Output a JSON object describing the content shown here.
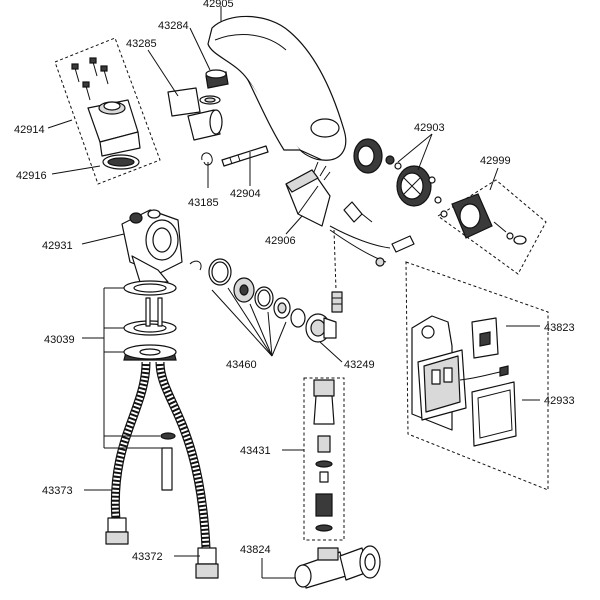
{
  "diagram": {
    "part_numbers": {
      "spout": "42905",
      "nut_top": "43284",
      "aerator": "43285",
      "mount_assembly": "42914",
      "gasket": "42916",
      "cover_plate": "42903",
      "sensor_module": "42999",
      "pin": "42904",
      "clip": "43185",
      "solenoid_valve": "42906",
      "valve_body": "42931",
      "hose_kit": "43039",
      "repair_kit": "43460",
      "plug_fitting": "43249",
      "battery_holder": "43823",
      "control_box": "42933",
      "check_valve_kit": "43431",
      "hot_hose": "43373",
      "cold_hose": "43372",
      "angle_stop": "43824"
    }
  }
}
